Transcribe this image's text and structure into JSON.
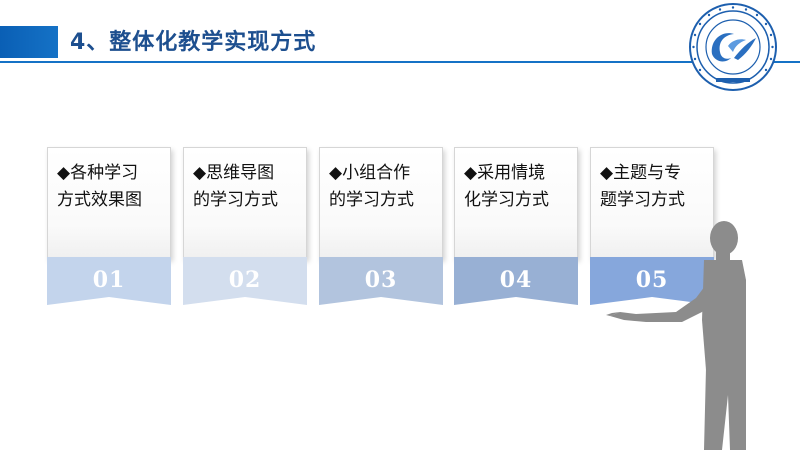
{
  "header": {
    "title": "4、整体化教学实现方式"
  },
  "colors": {
    "accent": "#1572c6",
    "title_text": "#1d4f8f",
    "silhouette": "#8c8c8c"
  },
  "cards": [
    {
      "line1": "◆各种学习",
      "line2": "方式效果图",
      "number": "01",
      "tab_color": "#c3d4ec"
    },
    {
      "line1": "◆思维导图",
      "line2": "的学习方式",
      "number": "02",
      "tab_color": "#d3deee"
    },
    {
      "line1": "◆小组合作",
      "line2": "的学习方式",
      "number": "03",
      "tab_color": "#b2c4de"
    },
    {
      "line1": "◆采用情境",
      "line2": "化学习方式",
      "number": "04",
      "tab_color": "#98b0d4"
    },
    {
      "line1": "◆主题与专",
      "line2": "题学习方式",
      "number": "05",
      "tab_color": "#86a7dc"
    }
  ],
  "logo": {
    "icon": "school-emblem-icon"
  },
  "presenter": {
    "icon": "presenter-silhouette-icon"
  }
}
